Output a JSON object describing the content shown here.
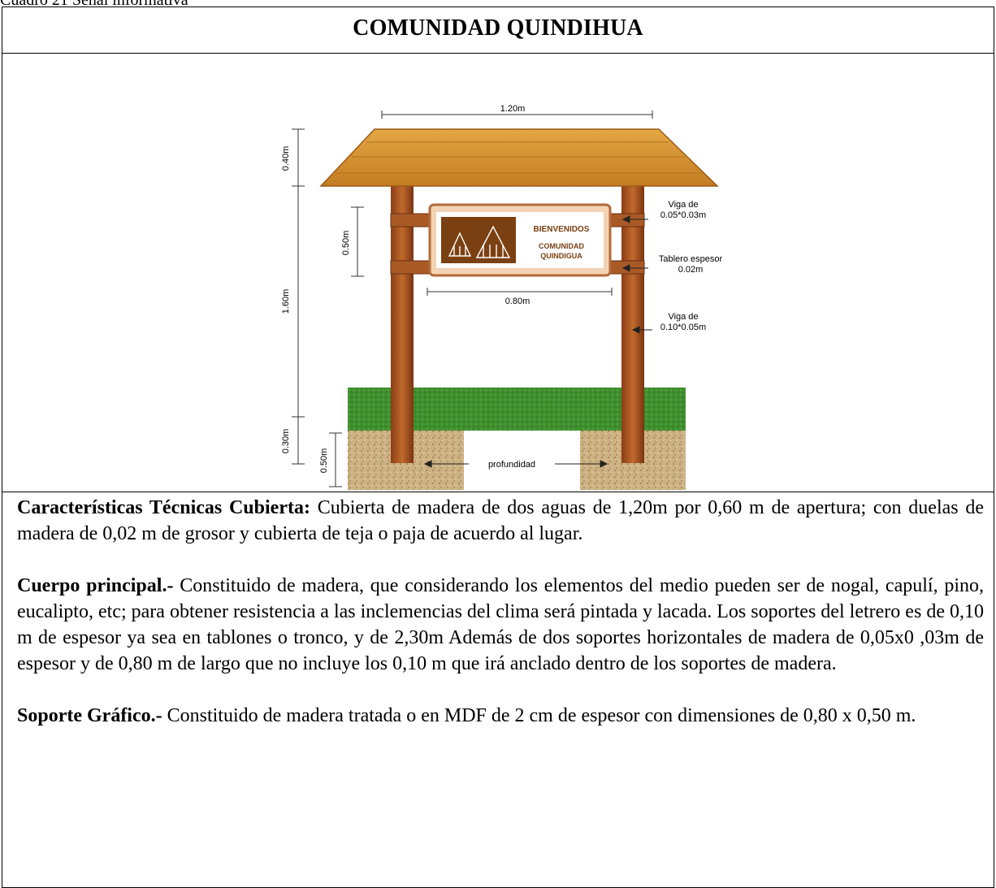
{
  "caption": "Cuadro 21 Señal informativa",
  "title": "COMUNIDAD QUINDIHUA",
  "figure": {
    "dimensions": {
      "roof_width": "1.20m",
      "roof_height": "0.40m",
      "panel_height": "0.50m",
      "post_height": "1.60m",
      "base_height": "0.30m",
      "depth": "0.50m",
      "panel_width": "0.80m",
      "depth_label": "profundidad"
    },
    "callouts": {
      "beam_small_line1": "Viga de",
      "beam_small_line2": "0.05*0.03m",
      "board_line1": "Tablero espesor",
      "board_line2": "0.02m",
      "beam_large_line1": "Viga de",
      "beam_large_line2": "0.10*0.05m"
    },
    "sign": {
      "welcome": "BIENVENIDOS",
      "name_line1": "COMUNIDAD",
      "name_line2": "QUINDIGUA"
    },
    "colors": {
      "wood": "#b5652a",
      "wood_dark": "#6b2e12",
      "roof": "#d9952f",
      "grass": "#3f8f2f",
      "soil": "#c9ad7c",
      "sign_brown": "#7a4012"
    }
  },
  "sections": [
    {
      "heading": "Características Técnicas Cubierta:",
      "body": " Cubierta de madera de dos aguas de 1,20m por 0,60 m de apertura; con duelas de madera de 0,02 m de grosor y cubierta de teja o paja de acuerdo al lugar."
    },
    {
      "heading": "Cuerpo principal.-",
      "body": " Constituido de madera, que considerando los elementos del medio pueden ser de nogal, capulí, pino, eucalipto, etc; para obtener resistencia a las inclemencias del clima será pintada y lacada. Los soportes del letrero es de 0,10 m de espesor ya sea en tablones o tronco, y de 2,30m Además de dos soportes horizontales de madera de 0,05x0 ,03m de espesor y de 0,80 m de largo que no incluye los 0,10 m que irá anclado dentro de los soportes de madera."
    },
    {
      "heading": "Soporte Gráfico.-",
      "body": " Constituido de madera tratada o en MDF de 2 cm de espesor con dimensiones de 0,80 x 0,50 m."
    }
  ]
}
